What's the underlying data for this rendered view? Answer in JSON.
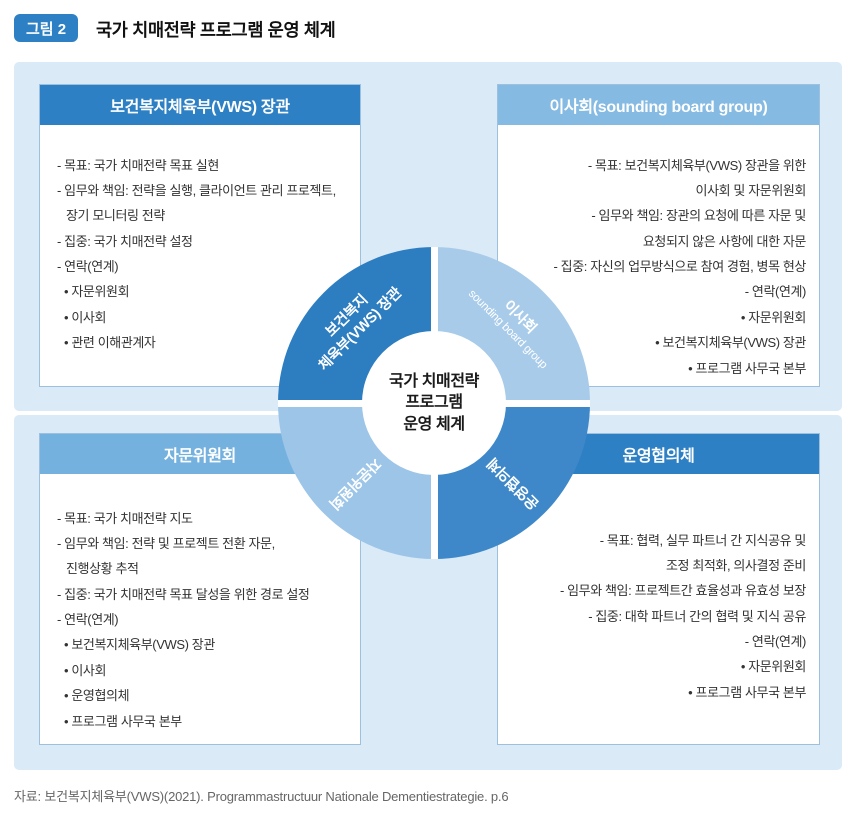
{
  "figure": {
    "badge": "그림 2",
    "title": "국가 치매전략 프로그램 운영 체계"
  },
  "colors": {
    "header_dark_blue": "#2e80c4",
    "header_light_blue": "#85bae2",
    "header_mid_blue": "#74b1de",
    "panel_background": "#daeaf7",
    "quadrant_top_left": "#2d7dc1",
    "quadrant_top_right": "#a8cbea",
    "quadrant_bottom_left": "#9cc5e8",
    "quadrant_bottom_right": "#3e88c9"
  },
  "boxes": {
    "minister": {
      "title": "보건복지체육부(VWS) 장관",
      "lines": [
        "- 목표: 국가 치매전략 목표 실현",
        "- 임무와 책임: 전략을 실행, 클라이언트 관리 프로젝트,",
        "장기 모니터링 전략",
        "- 집중: 국가 치매전략 설정",
        "- 연락(연계)",
        "• 자문위원회",
        "• 이사회",
        "• 관련 이해관계자"
      ]
    },
    "board": {
      "title": "이사회(sounding board group)",
      "lines": [
        "- 목표: 보건복지체육부(VWS) 장관을 위한",
        "이사회 및 자문위원회",
        "- 임무와 책임: 장관의 요청에 따른 자문 및",
        "요청되지 않은 사항에 대한 자문",
        "- 집중: 자신의 업무방식으로 참여 경험, 병목 현상",
        "- 연락(연계)",
        "• 자문위원회",
        "• 보건복지체육부(VWS) 장관",
        "• 프로그램 사무국 본부"
      ]
    },
    "advisory": {
      "title": "자문위원회",
      "lines": [
        "- 목표: 국가 치매전략 지도",
        "- 임무와 책임: 전략 및 프로젝트 전환 자문,",
        "진행상황 추적",
        "- 집중: 국가 치매전략 목표 달성을 위한 경로 설정",
        "- 연락(연계)",
        "• 보건복지체육부(VWS) 장관",
        "• 이사회",
        "• 운영협의체",
        "• 프로그램 사무국 본부"
      ]
    },
    "council": {
      "title": "운영협의체",
      "lines": [
        "- 목표: 협력, 실무 파트너 간 지식공유 및",
        "조정 최적화, 의사결정 준비",
        "- 임무와 책임: 프로젝트간 효율성과 유효성 보장",
        "- 집중: 대학 파트너 간의 협력 및 지식 공유",
        "- 연락(연계)",
        "• 자문위원회",
        "• 프로그램 사무국 본부"
      ]
    }
  },
  "ring": {
    "center": [
      "국가 치매전략",
      "프로그램",
      "운영 체계"
    ],
    "top_left": [
      "보건복지",
      "체육부(VWS) 장관"
    ],
    "top_right": [
      "이사회",
      "sounding board group"
    ],
    "bottom_left": "자문위원회",
    "bottom_right": "운영협의체"
  },
  "source": "자료: 보건복지체육부(VWS)(2021). Programmastructuur Nationale Dementiestrategie. p.6"
}
